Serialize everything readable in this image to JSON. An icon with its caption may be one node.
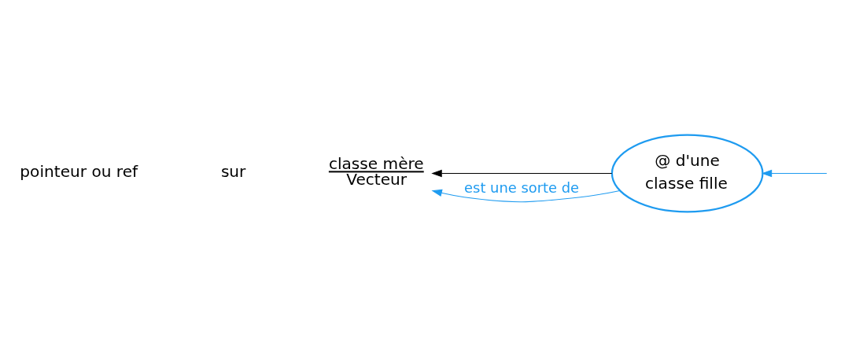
{
  "diagram": {
    "nodes": [
      {
        "text": [
          "classe mère",
          "Vecteur"
        ]
      },
      {
        "text": [
          "@ d'une",
          "classe fille"
        ]
      }
    ],
    "edges": [
      {
        "from": 1,
        "to": 0,
        "arrow": "to",
        "color": "#000000"
      },
      {
        "from": 1,
        "to": 0,
        "arrow": "to",
        "label": "est une sorte de",
        "color": "#1e9bf0"
      },
      {
        "from": null,
        "to": 1,
        "arrow": "to",
        "color": "#1e9bf0"
      }
    ],
    "labels": [
      "pointeur ou ref",
      "sur"
    ]
  }
}
